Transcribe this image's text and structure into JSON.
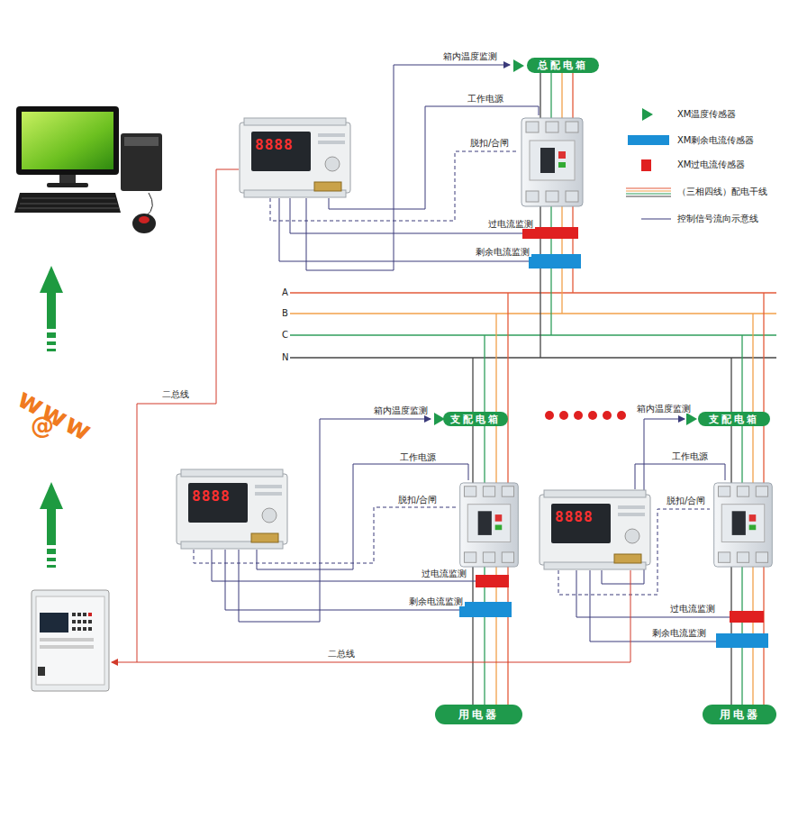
{
  "diagram": {
    "nodes": [
      {
        "text": [
          "总配电箱"
        ]
      },
      {
        "text": [
          "支配电箱"
        ]
      },
      {
        "text": [
          "支配电箱"
        ]
      },
      {
        "text": [
          "用电器"
        ]
      },
      {
        "text": [
          "用电器"
        ]
      }
    ],
    "edges": [
      {
        "from": 1,
        "to": 3,
        "arrow": "none"
      },
      {
        "from": 2,
        "to": 4,
        "arrow": "none"
      }
    ],
    "labels": [
      "箱内温度监测",
      "工作电源",
      "脱扣/合闸",
      "过电流监测",
      "剩余电流监测",
      "A",
      "B",
      "C",
      "N",
      "二总线",
      "箱内温度监测",
      "工作电源",
      "脱扣/合闸",
      "过电流监测",
      "剩余电流监测",
      "箱内温度监测",
      "工作电源",
      "脱扣/合闸",
      "过电流监测",
      "剩余电流监测",
      "二总线",
      "www",
      "@",
      "8888",
      "8888",
      "8888"
    ],
    "legend": [
      {
        "text": "XM温度传感器"
      },
      {
        "text": "XM剩余电流传感器",
        "color": "#1a8fd6"
      },
      {
        "text": "XM过电流传感器",
        "color": "#e02020"
      },
      {
        "text": "（三相四线）配电干线"
      },
      {
        "text": "控制信号流向示意线"
      }
    ]
  }
}
